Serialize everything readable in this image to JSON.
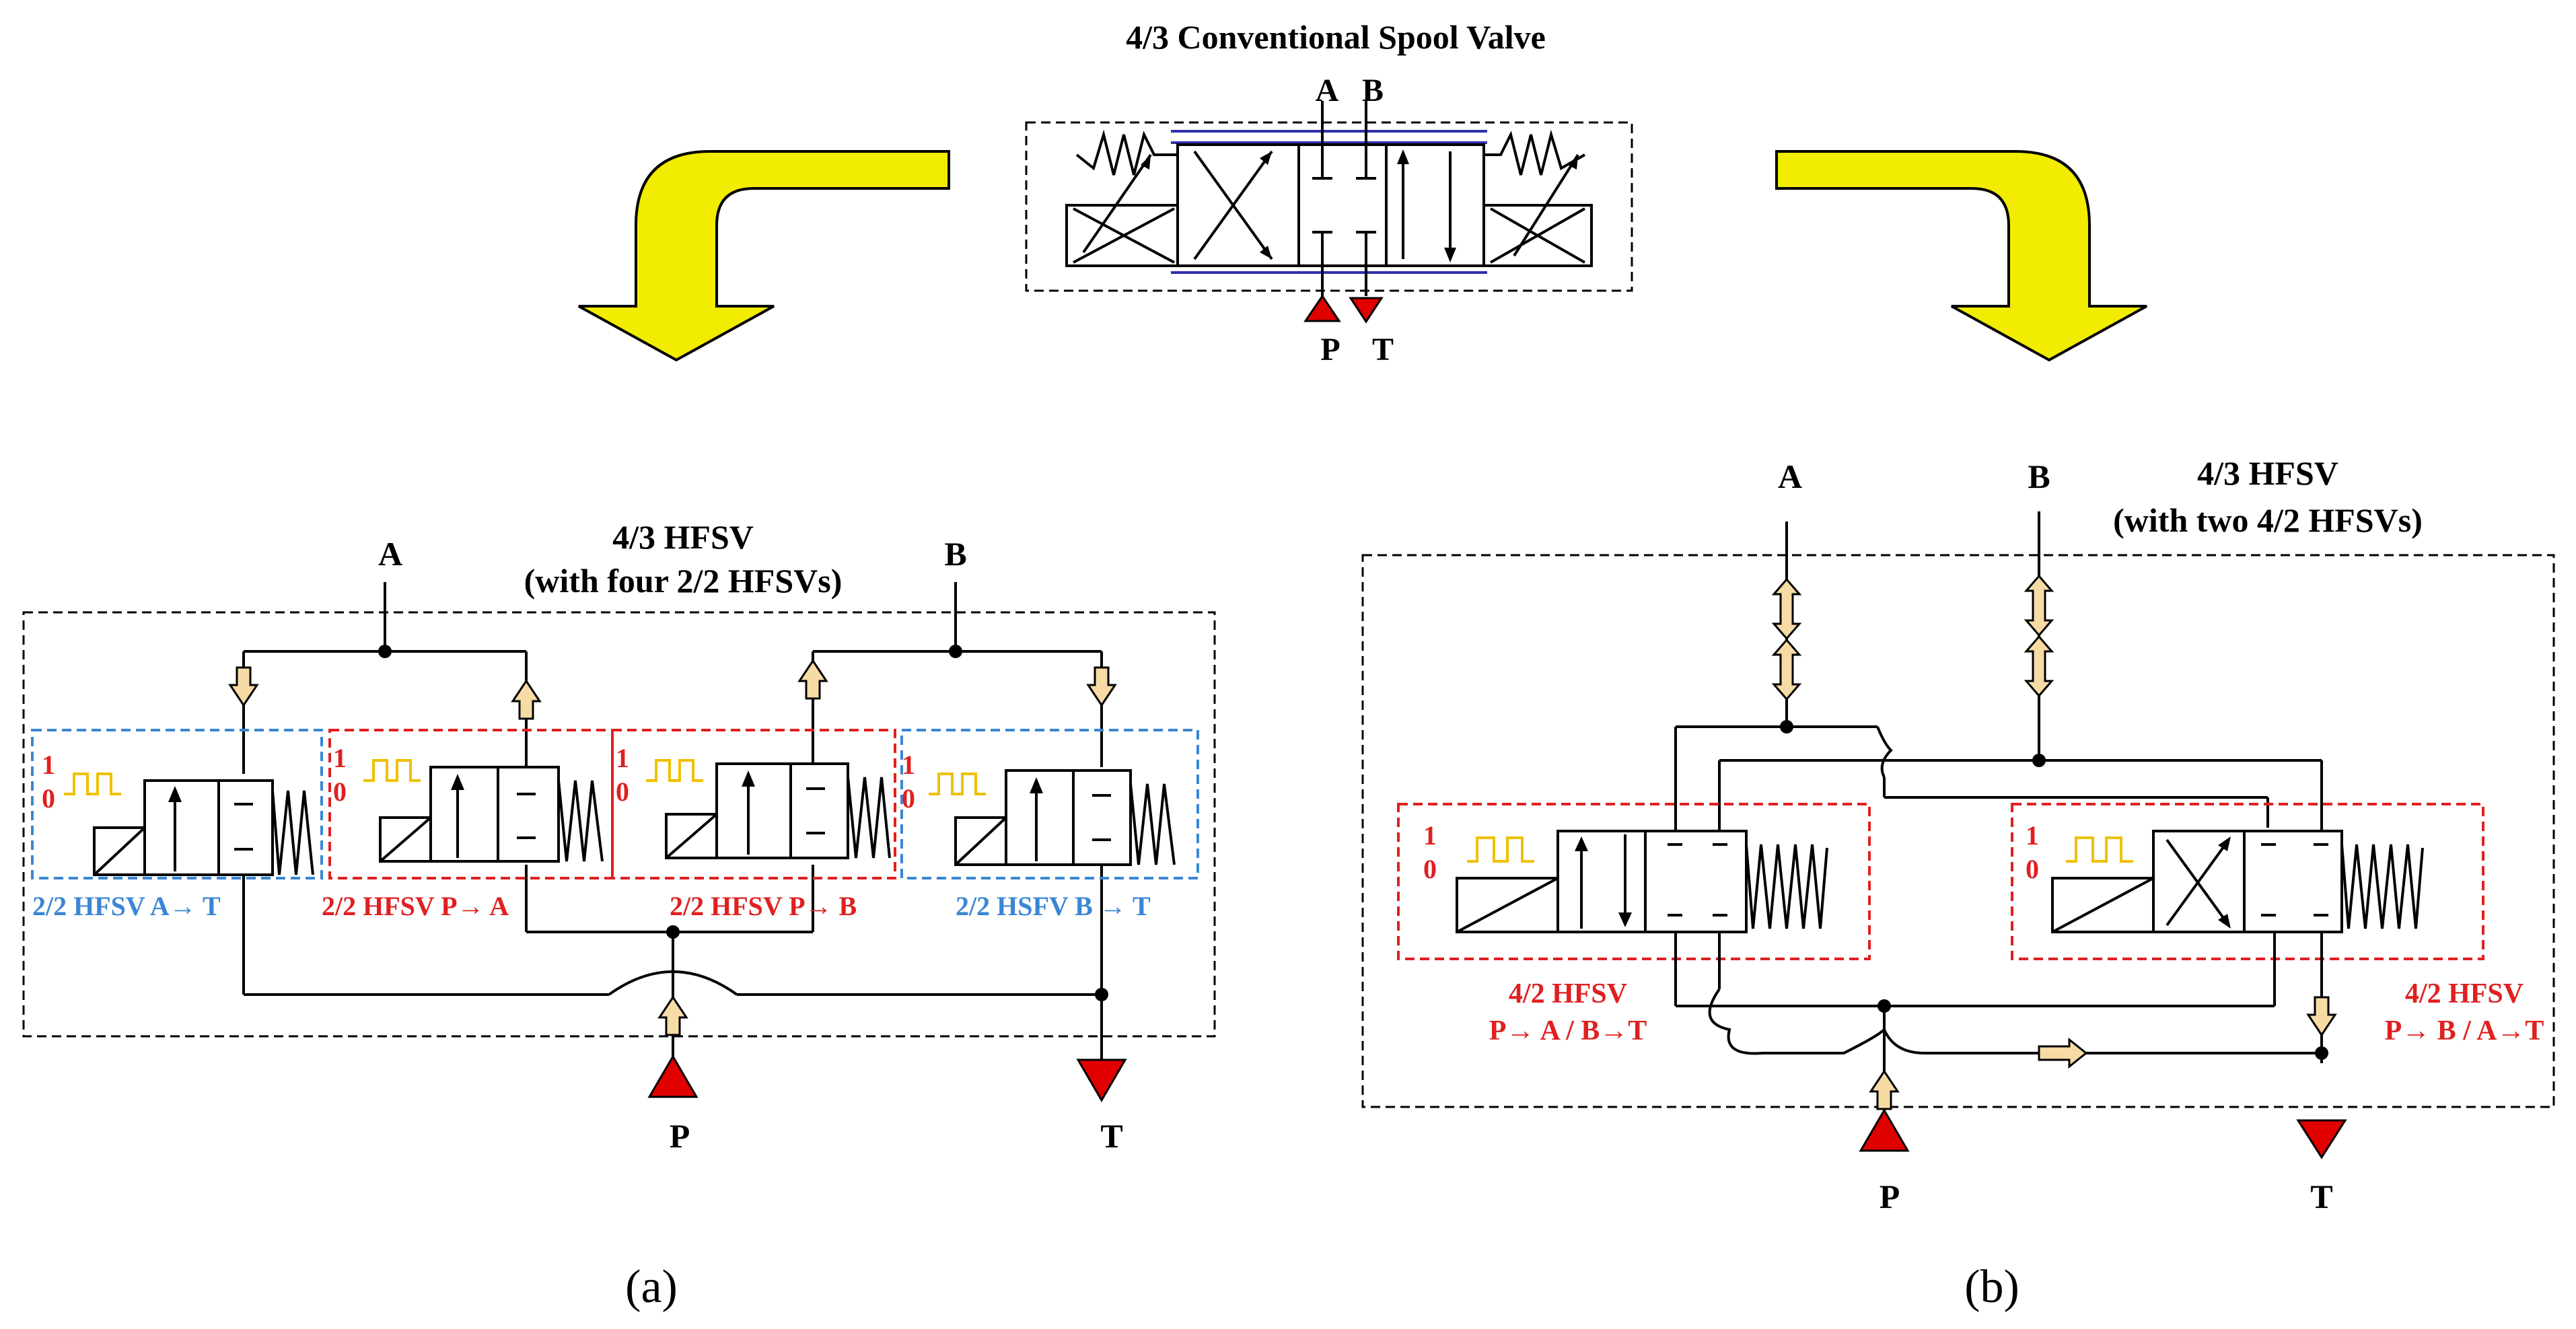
{
  "top": {
    "title": "4/3 Conventional Spool Valve",
    "port_a": "A",
    "port_b": "B",
    "port_p": "P",
    "port_t": "T"
  },
  "panel_a": {
    "title_line1": "4/3 HFSV",
    "title_line2": "(with four 2/2 HFSVs)",
    "port_a": "A",
    "port_b": "B",
    "port_p": "P",
    "port_t": "T",
    "signal_high": "1",
    "signal_low": "0",
    "valves": [
      {
        "label": "2/2 HFSV A→ T",
        "color": "#3a86d4"
      },
      {
        "label": "2/2 HFSV P→ A",
        "color": "#e02020"
      },
      {
        "label": "2/2 HFSV P→ B",
        "color": "#e02020"
      },
      {
        "label": "2/2 HSFV B → T",
        "color": "#3a86d4"
      }
    ],
    "caption": "(a)"
  },
  "panel_b": {
    "title_line1": "4/3 HFSV",
    "title_line2": "(with two 4/2 HFSVs)",
    "port_a": "A",
    "port_b": "B",
    "port_p": "P",
    "port_t": "T",
    "signal_high": "1",
    "signal_low": "0",
    "valves": [
      {
        "label_line1": "4/2 HFSV",
        "label_line2": "P→ A / B→T",
        "color": "#e02020"
      },
      {
        "label_line1": "4/2 HFSV",
        "label_line2": "P→ B / A→T",
        "color": "#e02020"
      }
    ],
    "caption": "(b)"
  },
  "colors": {
    "line": "#000000",
    "arrow_fill": "#f2ec00",
    "flow_arrow": "#f7dba5",
    "port_red": "#e00000",
    "signal": "#f0c000",
    "blue_box": "#3a86d4",
    "red_box": "#e02020"
  }
}
